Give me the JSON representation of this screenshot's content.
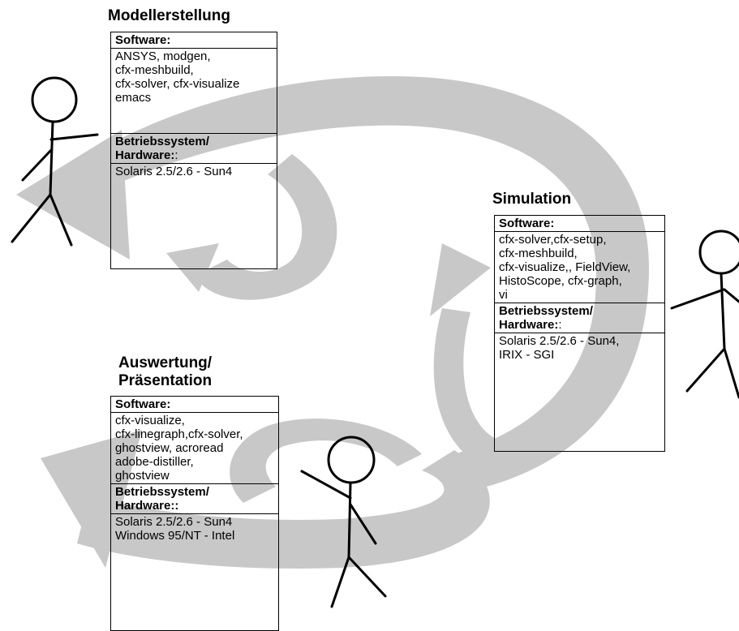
{
  "stations": [
    {
      "title": "Modellerstellung",
      "software_label": "Software:",
      "software": "ANSYS, modgen,\ncfx-meshbuild,\ncfx-solver, cfx-visualize\nemacs",
      "os_label": "Betriebssystem/\nHardware:",
      "os_suffix": ":",
      "os": "Solaris 2.5/2.6 - Sun4"
    },
    {
      "title": "Simulation",
      "software_label": "Software:",
      "software": "cfx-solver,cfx-setup,\ncfx-meshbuild,\ncfx-visualize,, FieldView,\nHistoScope, cfx-graph,\nvi",
      "os_label": "Betriebssystem/\nHardware:",
      "os_suffix": ":",
      "os": "Solaris 2.5/2.6 - Sun4,\nIRIX - SGI"
    },
    {
      "title": "Auswertung/\nPräsentation",
      "software_label": "Software:",
      "software": "cfx-visualize,\ncfx-linegraph,cfx-solver,\nghostview, acroread\nadobe-distiller,\nghostview",
      "os_label": "Betriebssystem/\nHardware::",
      "os_suffix": "",
      "os": "Solaris 2.5/2.6 - Sun4\nWindows 95/NT - Intel"
    }
  ],
  "colors": {
    "arrow": "#c8c8c8",
    "line": "#000000"
  }
}
